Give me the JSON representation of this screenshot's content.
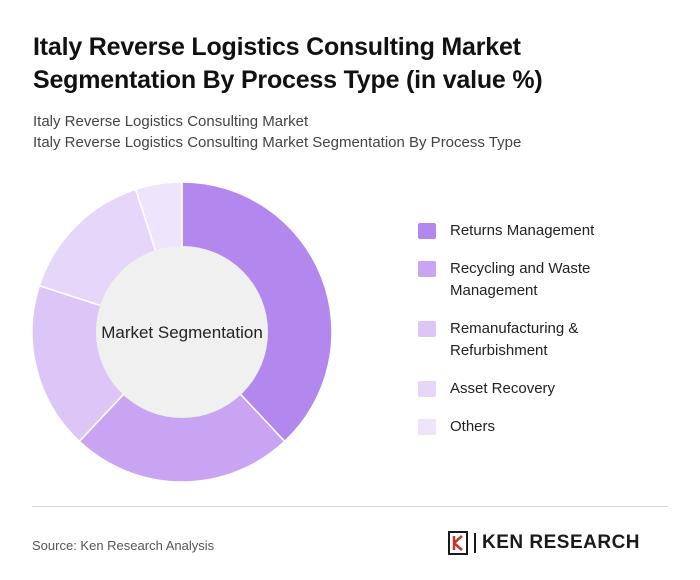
{
  "header": {
    "title": "Italy Reverse Logistics Consulting Market Segmentation By Process Type (in value %)",
    "subtitle_1": "Italy Reverse Logistics Consulting Market",
    "subtitle_2": "Italy Reverse Logistics Consulting Market Segmentation By Process Type"
  },
  "chart_data": {
    "type": "pie",
    "donut": true,
    "center_label": "Market Segmentation",
    "legend_position": "right",
    "categories": [
      "Returns Management",
      "Recycling and Waste Management",
      "Remanufacturing & Refurbishment",
      "Asset Recovery",
      "Others"
    ],
    "values": [
      38,
      24,
      18,
      15,
      5
    ],
    "colors": [
      "#b388ee",
      "#c8a4f2",
      "#dcc6f8",
      "#e6d6fa",
      "#eee4fc"
    ]
  },
  "footer": {
    "source": "Source: Ken Research Analysis",
    "logo_text": "KEN RESEARCH"
  }
}
